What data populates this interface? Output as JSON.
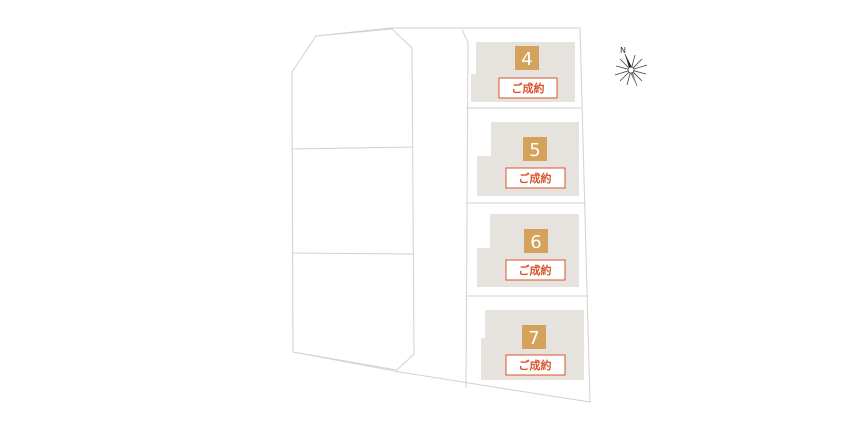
{
  "colors": {
    "lot_fill": "#e6e3de",
    "lot_number_fill": "#d4a25a",
    "status_border": "#d9532b",
    "status_text": "#d9532b",
    "outline_stroke": "#cfcfcf"
  },
  "compass": {
    "north_label": "N",
    "icon": "compass-rose-icon"
  },
  "lots": [
    {
      "number": "4",
      "status": "ご成約"
    },
    {
      "number": "5",
      "status": "ご成約"
    },
    {
      "number": "6",
      "status": "ご成約"
    },
    {
      "number": "7",
      "status": "ご成約"
    }
  ]
}
